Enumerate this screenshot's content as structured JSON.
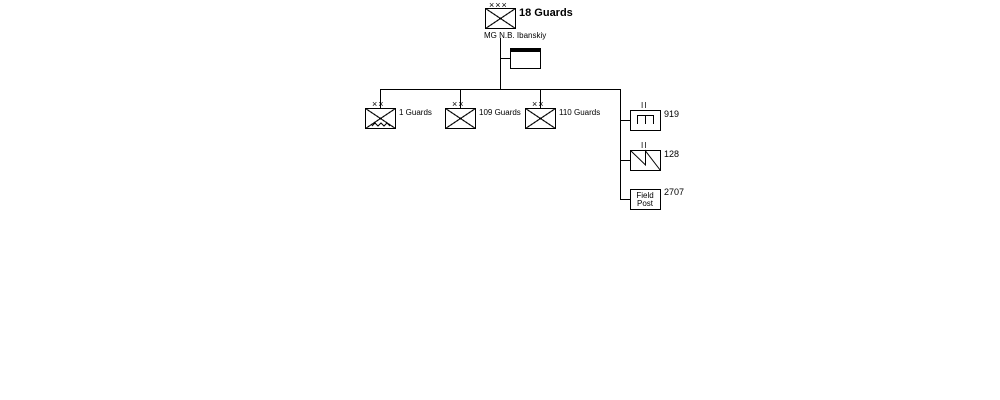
{
  "headquarters": {
    "echelon": "×××",
    "name": "18 Guards",
    "commander": "MG  N.B. Ibanskiy",
    "symbol": "infantry-icon"
  },
  "hq_unit": {
    "symbol": "headquarters-icon"
  },
  "divisions": [
    {
      "echelon": "××",
      "label": "1 Guards",
      "symbol": "motorized-infantry-icon"
    },
    {
      "echelon": "××",
      "label": "109 Guards",
      "symbol": "infantry-icon"
    },
    {
      "echelon": "××",
      "label": "110 Guards",
      "symbol": "infantry-icon"
    }
  ],
  "support_units": [
    {
      "echelon": "II",
      "label": "919",
      "symbol": "engineer-icon"
    },
    {
      "echelon": "II",
      "label": "128",
      "symbol": "signal-icon"
    },
    {
      "echelon": "",
      "label": "2707",
      "symbol": "field-post-icon",
      "box_text": {
        "line1": "Field",
        "line2": "Post"
      }
    }
  ]
}
